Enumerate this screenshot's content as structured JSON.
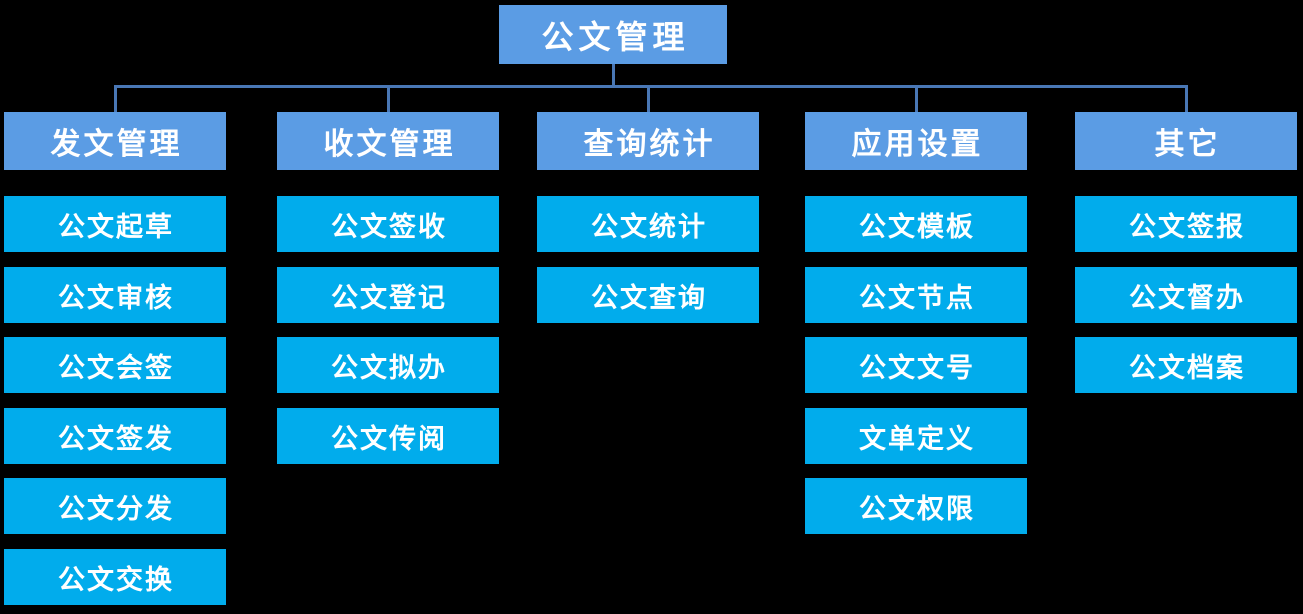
{
  "chart": {
    "root": "公文管理",
    "branches": [
      {
        "label": "发文管理",
        "items": [
          "公文起草",
          "公文审核",
          "公文会签",
          "公文签发",
          "公文分发",
          "公文交换"
        ]
      },
      {
        "label": "收文管理",
        "items": [
          "公文签收",
          "公文登记",
          "公文拟办",
          "公文传阅"
        ]
      },
      {
        "label": "查询统计",
        "items": [
          "公文统计",
          "公文查询"
        ]
      },
      {
        "label": "应用设置",
        "items": [
          "公文模板",
          "公文节点",
          "公文文号",
          "文单定义",
          "公文权限"
        ]
      },
      {
        "label": "其它",
        "items": [
          "公文签报",
          "公文督办",
          "公文档案"
        ]
      }
    ]
  },
  "colors": {
    "background": "#000000",
    "header_box": "#5B9CE4",
    "item_box": "#01ACEC",
    "connector_line": "#4977B5",
    "text": "#FFFFFF"
  }
}
